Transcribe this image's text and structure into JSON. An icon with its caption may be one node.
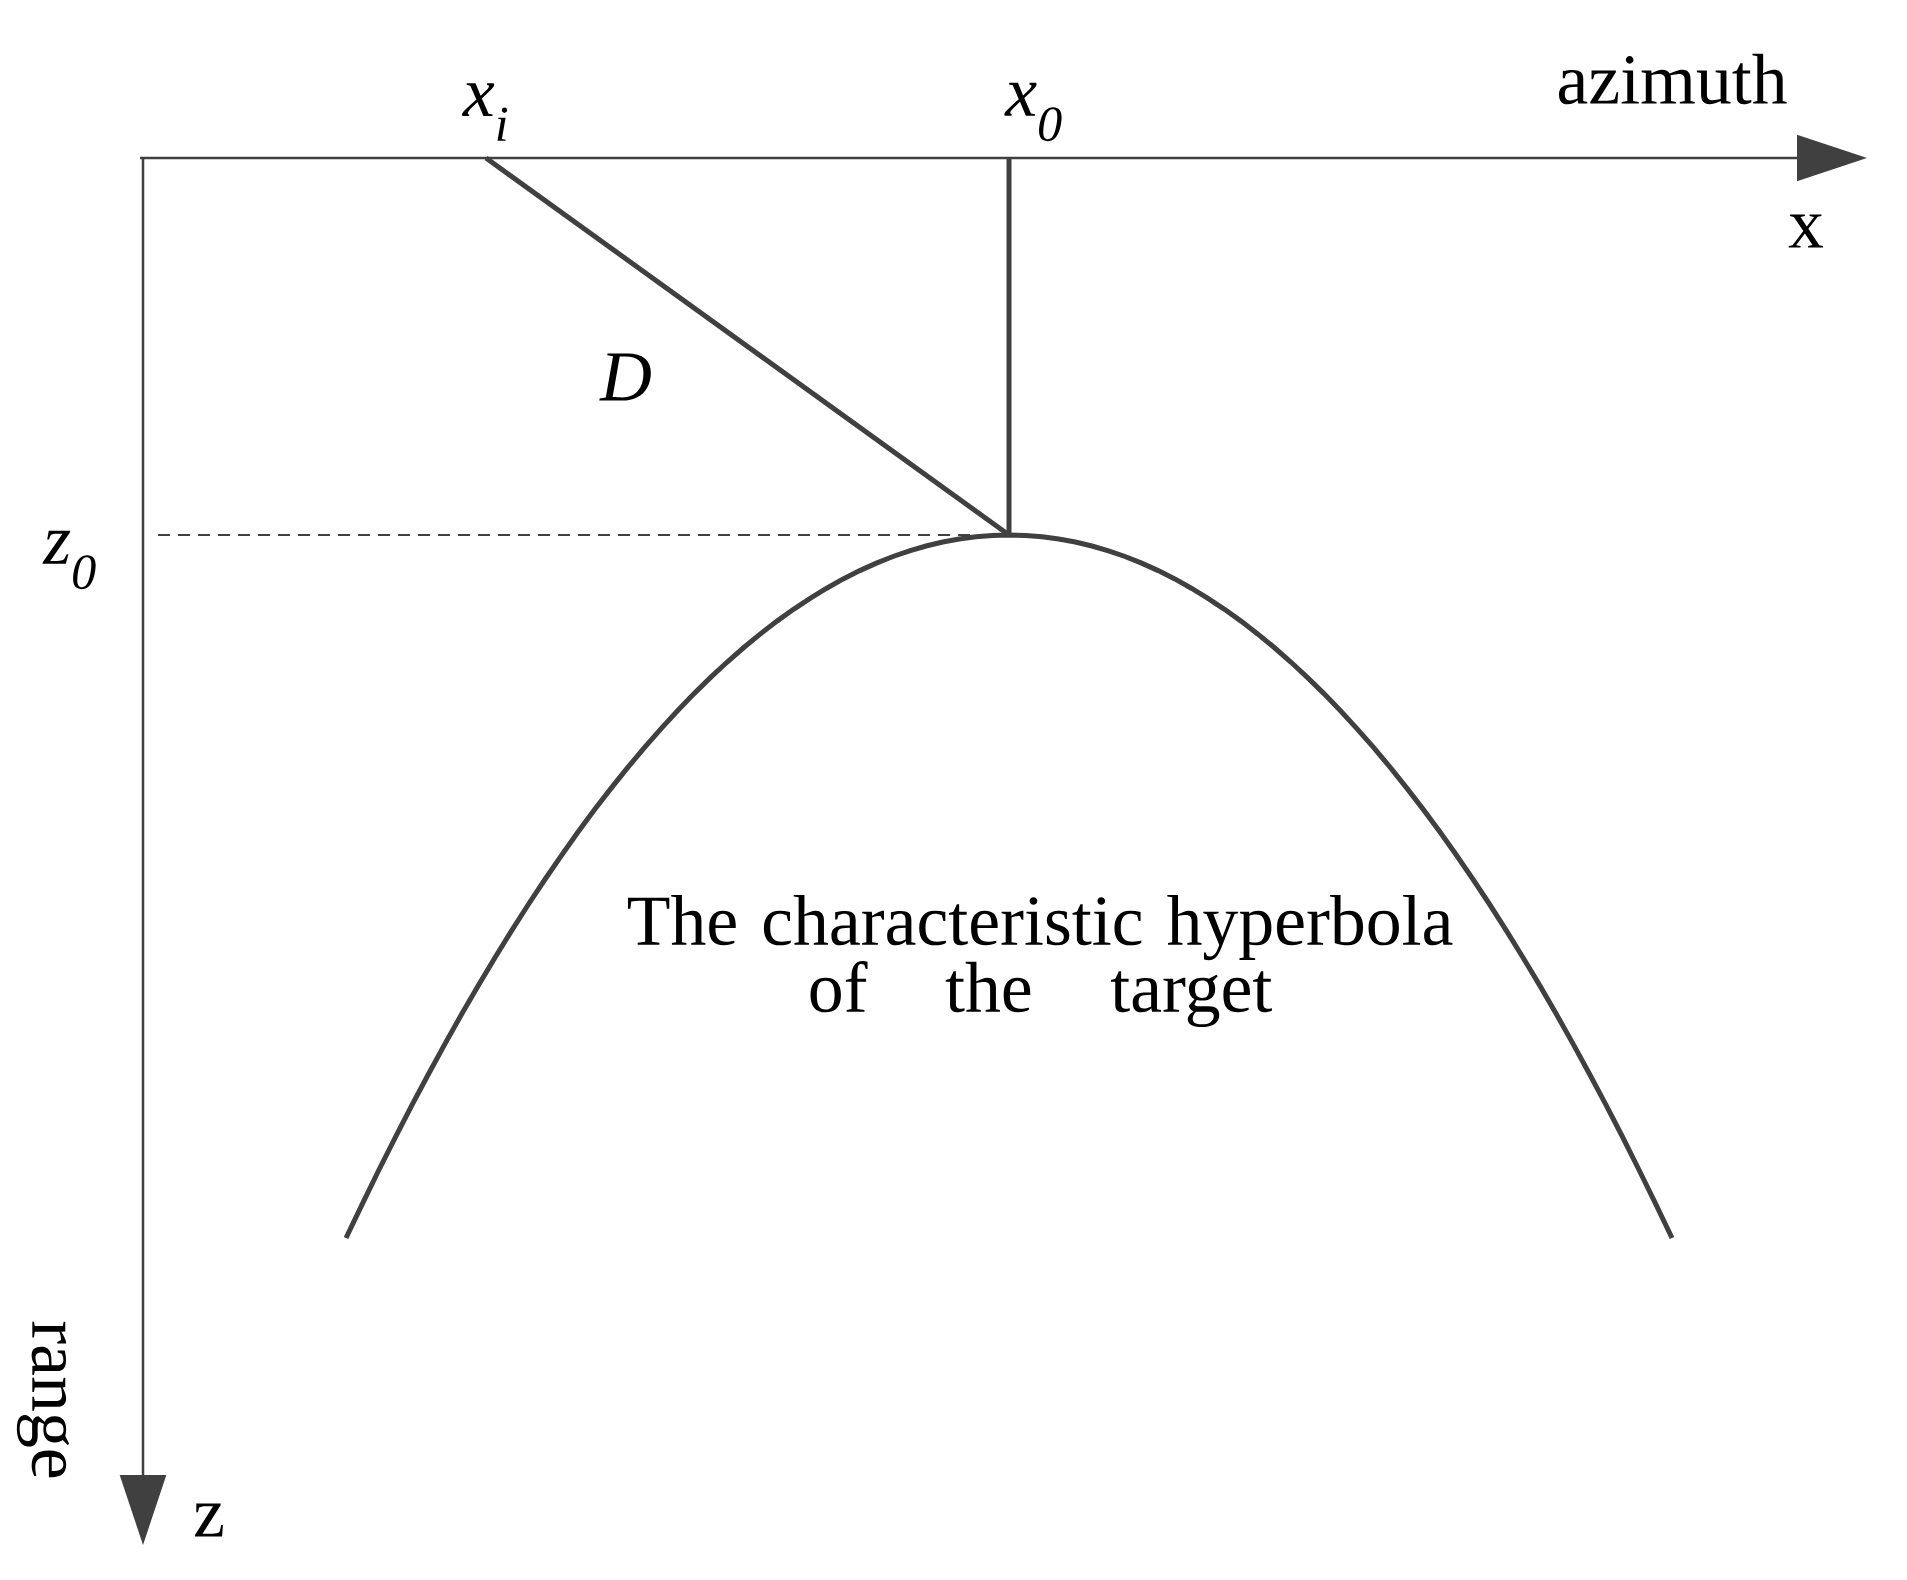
{
  "diagram": {
    "labels": [
      "azimuth",
      "x$_{i}$",
      "x$_{0}$",
      "x",
      "D",
      "z$_{0}$",
      "The characteristic hyperbola of the target",
      "range",
      "z"
    ]
  }
}
